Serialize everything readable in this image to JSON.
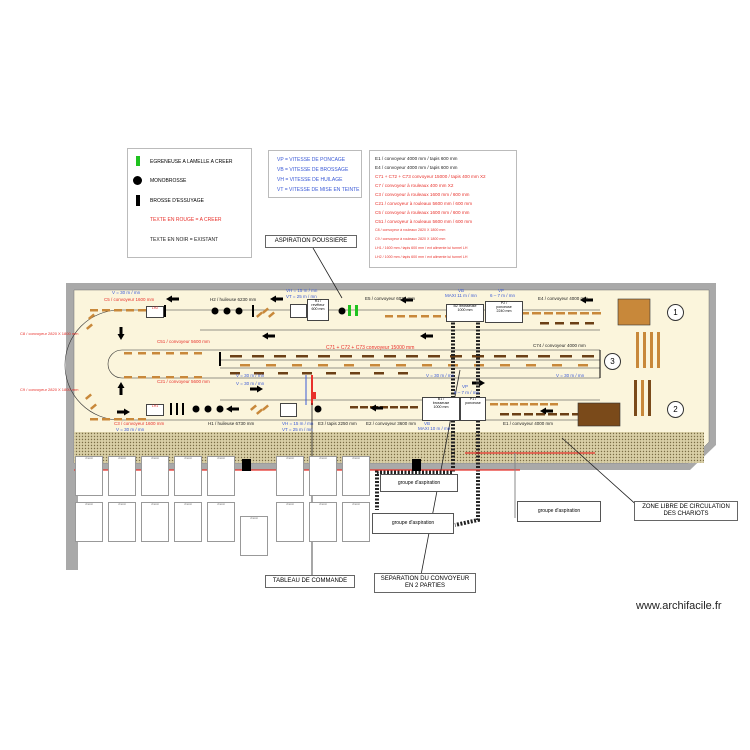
{
  "legend": {
    "items": [
      {
        "label": "EGRENEUSE A LAMELLE A CREER",
        "icon": "green-bar-icon"
      },
      {
        "label": "MONOBROSSE",
        "icon": "black-dot-icon"
      },
      {
        "label": "BROSSE D'ESSUYAGE",
        "icon": "black-bar-icon"
      },
      {
        "label": "TEXTE EN ROUGE = A CREER",
        "icon": ""
      },
      {
        "label": "TEXTE EN NOIR = EXISTANT",
        "icon": ""
      }
    ]
  },
  "speeds": [
    "VP = VITESSE DE PONCAGE",
    "VB = VITESSE DE BROSSAGE",
    "VH = VITESSE DE HUILAGE",
    "VT = VITESSE DE MISE EN TEINTE"
  ],
  "conveyor_list": [
    {
      "text": "E1 / convoyeur 4000 mm / tapis 600 mm",
      "color": "black"
    },
    {
      "text": "E4 / convoyeur 4000 mm / tapis 600 mm",
      "color": "black"
    },
    {
      "text": "C71 + C72 + C73 convoyeur 15000 / tapis 400 mm    X2",
      "color": "red"
    },
    {
      "text": "C7 / convoyeur à rouleaux 400 mm    X2",
      "color": "red"
    },
    {
      "text": "C3 / convoyeur à rouleaux 1600 mm / 600 mm",
      "color": "red"
    },
    {
      "text": "C21 / convoyeur à rouleaux 5600 mm / 600 mm",
      "color": "red"
    },
    {
      "text": "C5 / convoyeur à rouleaux 1600 mm / 600 mm",
      "color": "red"
    },
    {
      "text": "C51 / convoyeur à rouleaux 5600 mm / 600 mm",
      "color": "red"
    },
    {
      "text": "C8 / convoyeur à rouleaux 2820 X 1800 mm",
      "color": "red"
    },
    {
      "text": "C9 / convoyeur à rouleaux 2820 X 1800 mm",
      "color": "red"
    },
    {
      "text": "LH1 / 1600 mm / tapis 600 mm / ext alimente lui tunnel LH",
      "color": "red"
    },
    {
      "text": "LH2 / 1000 mm / tapis 600 mm / ext alimente lui tunnel LH",
      "color": "red"
    }
  ],
  "callouts": {
    "aspiration": "ASPIRATION POUSSIERE",
    "tableau": "TABLEAU DE COMMANDE",
    "separation": "SEPARATION DU CONVOYEUR EN 2 PARTIES",
    "zone": "ZONE LIBRE DE CIRCULATION DES CHARIOTS"
  },
  "plan_labels": {
    "v30_top": "V = 30 m / mn",
    "c5_top": "C5 / convoyeur 1600 mm",
    "h2": "H2 / huileuse 6230 mm",
    "vh_top": "VH = 15 m / mn",
    "vt_top": "VT = 25 m / mn",
    "r1": "R1 / ",
    "r1b": "revêteur",
    "r1c": "600 mm",
    "e5": "E5 / convoyeur 6070 mm",
    "vb_mid": "VB",
    "maxi11": "MAXI 11 m / mn",
    "vp_mid": "VP",
    "v67_top": "6 – 7 m / mn",
    "b2": "B2 /brosseuse",
    "b2b": "1000 mm",
    "p2": "P2 /",
    "p2b": "ponceuse",
    "p2c": "2240 mm",
    "e4": "E4 / convoyeur 4000 mm",
    "c51": "C51 / convoyeur 5600 mm",
    "c71": "C71 + C72 + C73 convoyeur 15000 mm",
    "c74": "C74 / convoyeur 4000 mm",
    "c21": "C21 / convoyeur 5600 mm",
    "v30_a": "V = 30 m / mn",
    "v30_b": "V = 30 m / mn",
    "v30_c": "V = 30 m / mn",
    "v30_d": "V = 30 m / mn",
    "h1": "H1 / huileuse 6730 mm",
    "c3": "C3 / convoyeur 1600 mm",
    "vh_bot": "VH = 15 m / mn",
    "vt_bot": "VT = 25 m / mn",
    "e3": "E3 / tapis 2250 mm",
    "e2": "E2 / convoyeur 3600 mm",
    "b1": "B1 /",
    "b1b": "brosseuse",
    "b1c": "1000 mm",
    "p1": "P1 /",
    "p1b": "ponceuse",
    "e1": "E1 / convoyeur 4000 mm",
    "vb_bot": "VB",
    "maxi10": "MAXI 10 m / mn",
    "vp_bot": "VP",
    "v67_bot": "6 – 7 m / mn",
    "v30_bot": "V = 30 m / mn",
    "c8": "C8 / convoyeur 2820 X 1800 mm",
    "c9": "C9 / convoyeur 2820 X 1800 mm",
    "lh2": "LH2",
    "lh1": "LH1",
    "n1": "1",
    "n2": "2",
    "n3": "3",
    "grp1": "groupe d'aspiration",
    "grp2": "groupe d'aspiration",
    "grp3": "groupe d'aspiration",
    "cart": "chariot"
  },
  "watermark": "www.archifacile.fr",
  "colors": {
    "floor": "#fbf5dc",
    "wall": "#a9a9a9",
    "board": "#c8883a",
    "green": "#1fc21f",
    "red": "#e8312b",
    "blue": "#3b5ad6"
  }
}
